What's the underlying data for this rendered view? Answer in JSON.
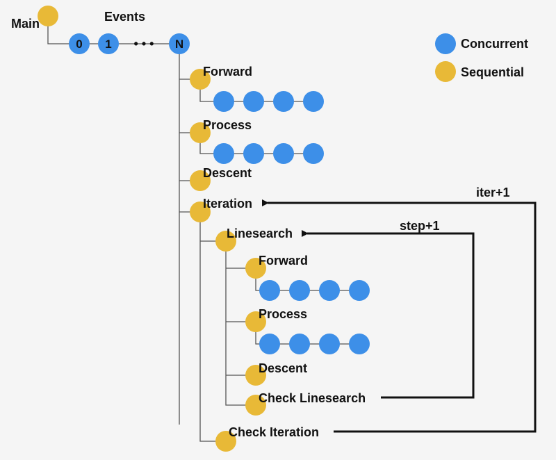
{
  "colors": {
    "concurrent": "#3d8fe8",
    "sequential": "#e8b937",
    "line": "#555555",
    "arrow": "#111111",
    "background": "#f5f5f5"
  },
  "legend": {
    "concurrent": "Concurrent",
    "sequential": "Sequential"
  },
  "tree": {
    "main": "Main",
    "events": "Events",
    "event_labels": [
      "0",
      "1",
      "N"
    ],
    "ellipsis": "• • •",
    "forward": "Forward",
    "process": "Process",
    "descent": "Descent",
    "iteration": "Iteration",
    "linesearch": "Linesearch",
    "ls_forward": "Forward",
    "ls_process": "Process",
    "ls_descent": "Descent",
    "check_linesearch": "Check Linesearch",
    "check_iteration": "Check Iteration"
  },
  "loops": {
    "step": "step+1",
    "iter": "iter+1"
  }
}
